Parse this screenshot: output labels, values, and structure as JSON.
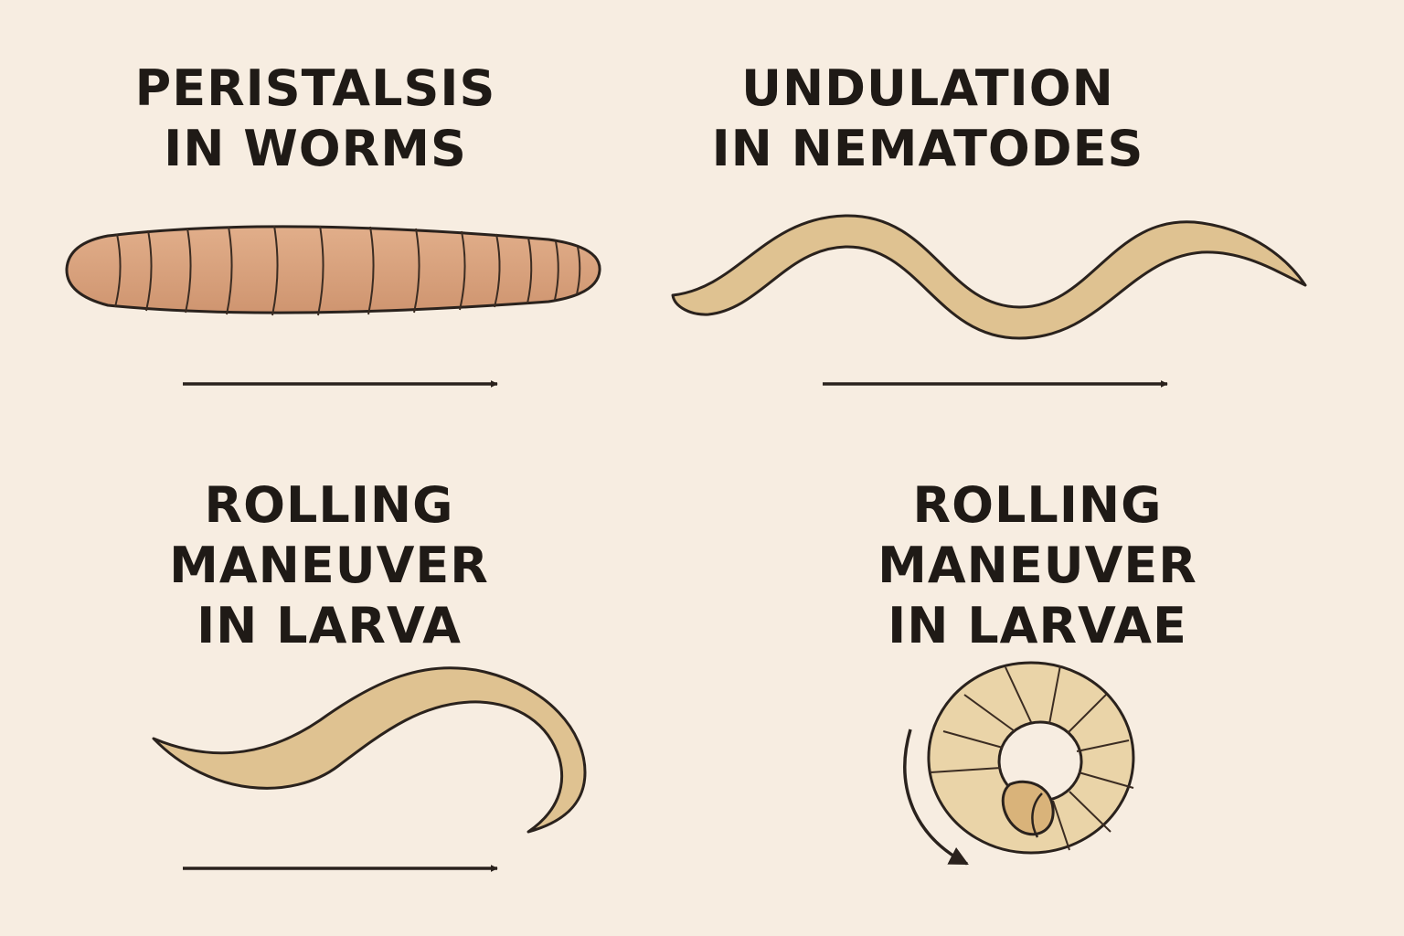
{
  "panels": [
    {
      "id": "peristalsis",
      "title_lines": [
        "PERISTALSIS",
        "IN WORMS"
      ]
    },
    {
      "id": "undulation",
      "title_lines": [
        "UNDULATION",
        "IN NEMATODES"
      ]
    },
    {
      "id": "rolling-larva",
      "title_lines": [
        "ROLLING",
        "MANEUVER",
        "IN LARVA"
      ]
    },
    {
      "id": "rolling-larvae",
      "title_lines": [
        "ROLLING",
        "MANEUVER",
        "IN LARVAE"
      ]
    }
  ],
  "colors": {
    "background": "#f7ede1",
    "earthworm": "#d9a27c",
    "nematode": "#dfc291",
    "larva": "#ead4a8",
    "outline": "#2a221d"
  }
}
